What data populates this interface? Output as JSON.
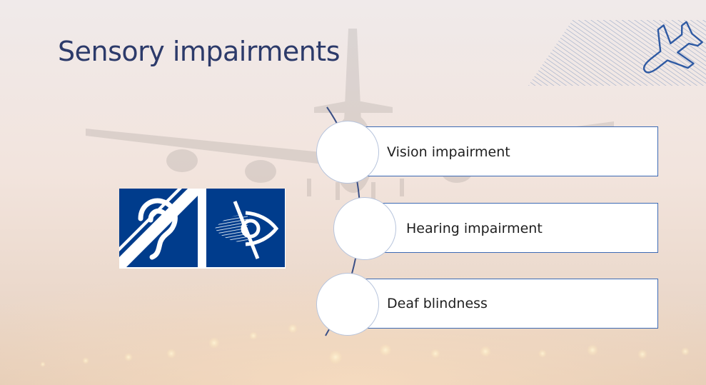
{
  "slide": {
    "title": "Sensory impairments"
  },
  "items": [
    {
      "label": "Vision impairment"
    },
    {
      "label": "Hearing impairment"
    },
    {
      "label": "Deaf blindness"
    }
  ],
  "icons": {
    "left": "hearing-impairment-icon",
    "right": "vision-impairment-icon"
  },
  "colors": {
    "title": "#2c3a6a",
    "accent": "#3d6ab4",
    "icon_bg": "#003c8c",
    "background_top": "#efe7e7",
    "background_bottom": "#e9d6c6"
  }
}
